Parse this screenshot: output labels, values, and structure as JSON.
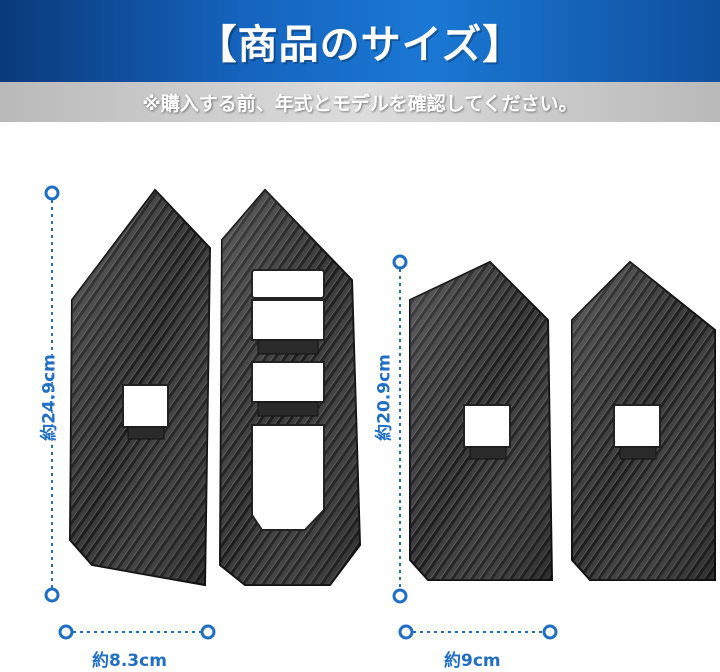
{
  "header": {
    "title": "【商品のサイズ】",
    "notice": "※購入する前、年式とモデルを確認してください。"
  },
  "dimensions": {
    "left_height": "約24.9cm",
    "left_width": "約8.3cm",
    "right_height": "約20.9cm",
    "right_width": "約9cm"
  },
  "colors": {
    "banner_blue": "#1565c0",
    "accent_blue": "#1f6fc4",
    "carbon_dark": "#1b1b1b",
    "notice_gray": "#cfcfcf"
  }
}
